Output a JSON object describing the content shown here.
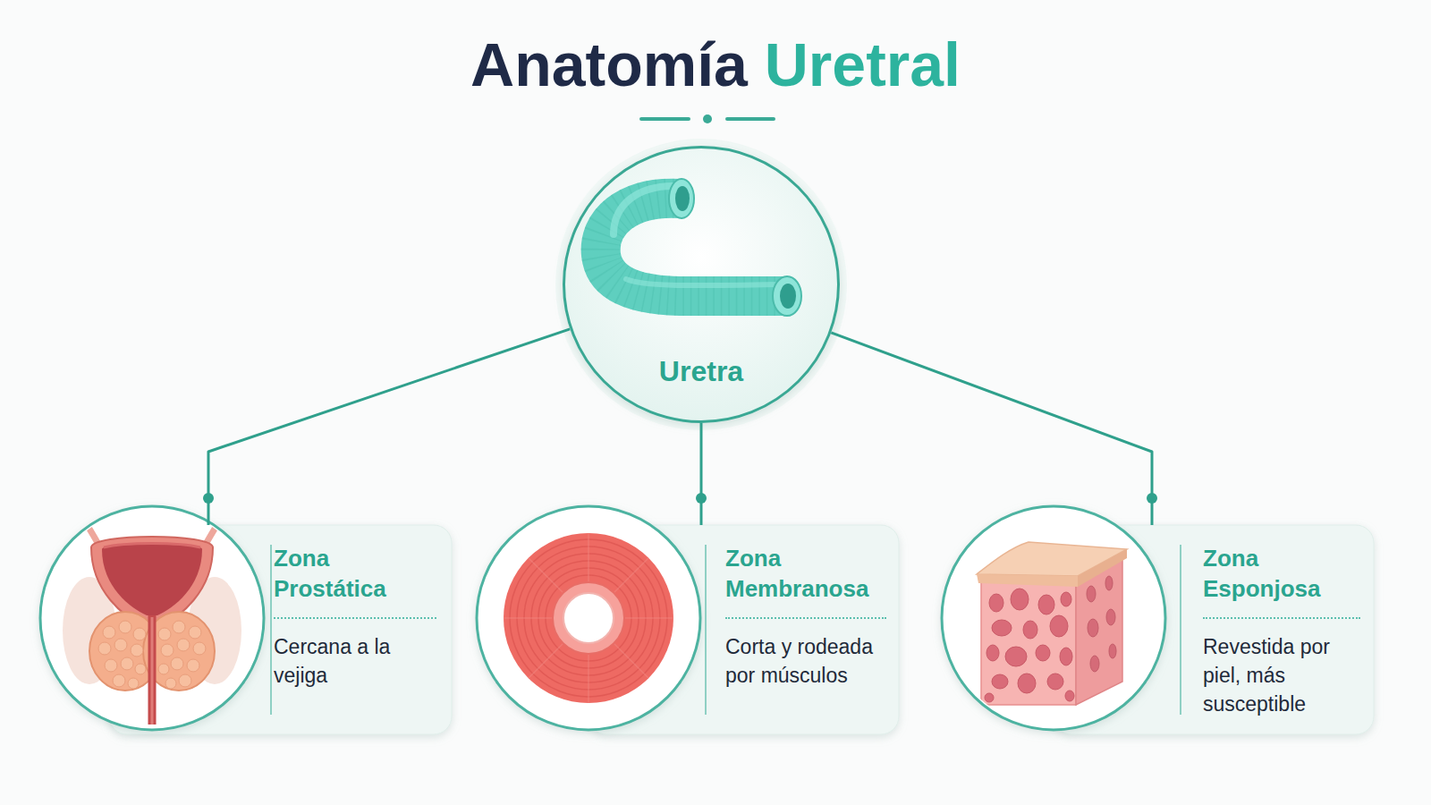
{
  "diagram": {
    "title": "Anatomía Uretral",
    "nodes": [
      {
        "text": [
          "Uretra"
        ]
      },
      {
        "text": [
          "Zona Prostática",
          "Cercana a la vejiga"
        ]
      },
      {
        "text": [
          "Zona Membranosa",
          "Corta y rodeada por músculos"
        ]
      },
      {
        "text": [
          "Zona Esponjosa",
          "Revestida por piel, más susceptible"
        ]
      }
    ],
    "edges": [
      {
        "from": 0,
        "to": 1,
        "arrow": "none"
      },
      {
        "from": 0,
        "to": 2,
        "arrow": "none"
      },
      {
        "from": 0,
        "to": 3,
        "arrow": "none"
      }
    ]
  }
}
